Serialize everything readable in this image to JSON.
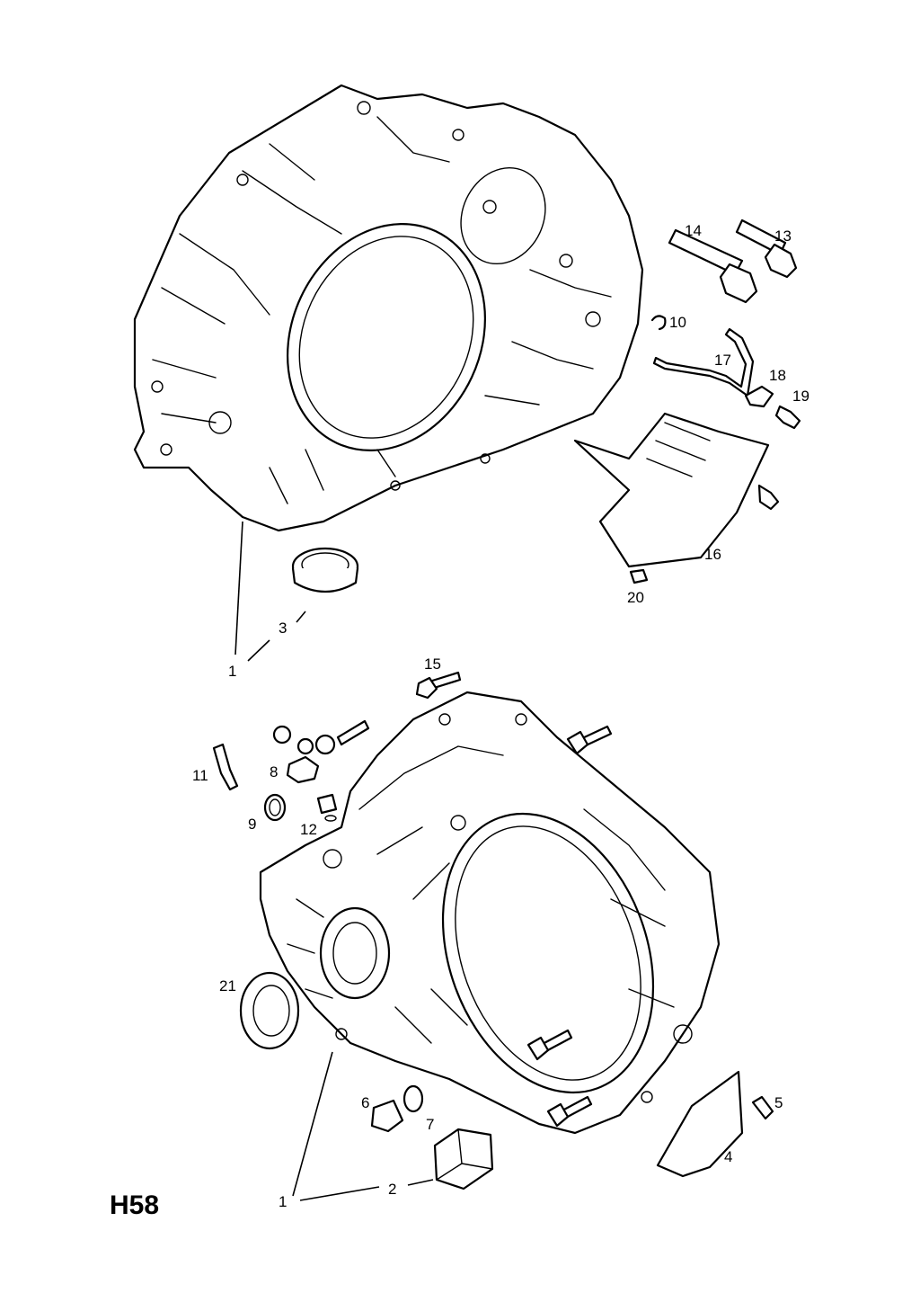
{
  "page_code": "H58",
  "callouts": {
    "c1a": "1",
    "c1b": "1",
    "c2": "2",
    "c3": "3",
    "c4": "4",
    "c5": "5",
    "c6": "6",
    "c7": "7",
    "c8": "8",
    "c9": "9",
    "c10": "10",
    "c11": "11",
    "c12": "12",
    "c13": "13",
    "c14": "14",
    "c15": "15",
    "c16": "16",
    "c17": "17",
    "c18": "18",
    "c19": "19",
    "c20": "20",
    "c21": "21"
  }
}
